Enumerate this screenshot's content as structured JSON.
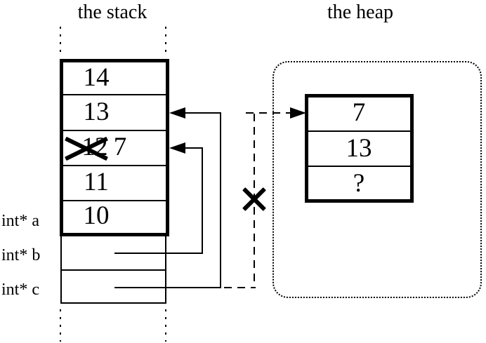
{
  "titles": {
    "stack": "the stack",
    "heap": "the heap"
  },
  "stack": {
    "cells": [
      {
        "value": "14"
      },
      {
        "value": "13"
      },
      {
        "old_value": "12",
        "new_value": "7",
        "crossed_out": true
      },
      {
        "value": "11"
      },
      {
        "value": "10"
      }
    ],
    "pointer_rows": [
      {
        "label": "int* a"
      },
      {
        "label": "int* b"
      },
      {
        "label": "int* c"
      }
    ]
  },
  "heap": {
    "cells": [
      {
        "value": "7"
      },
      {
        "value": "13"
      },
      {
        "value": "?"
      }
    ]
  },
  "colors": {
    "ink": "#000000",
    "background": "#ffffff"
  },
  "icons": {
    "arrowhead_left": "solid-left-triangle",
    "arrowhead_right": "solid-right-triangle",
    "x_mark": "bold-cross"
  }
}
